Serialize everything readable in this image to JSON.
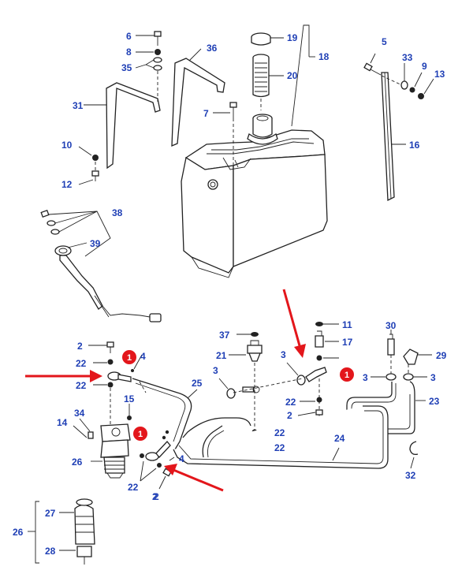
{
  "parts": [
    {
      "id": "p6",
      "label": "6"
    },
    {
      "id": "p8",
      "label": "8"
    },
    {
      "id": "p35",
      "label": "35"
    },
    {
      "id": "p36",
      "label": "36"
    },
    {
      "id": "p31",
      "label": "31"
    },
    {
      "id": "p19",
      "label": "19"
    },
    {
      "id": "p20",
      "label": "20"
    },
    {
      "id": "p18",
      "label": "18"
    },
    {
      "id": "p7",
      "label": "7"
    },
    {
      "id": "p10",
      "label": "10"
    },
    {
      "id": "p12",
      "label": "12"
    },
    {
      "id": "p5",
      "label": "5"
    },
    {
      "id": "p33",
      "label": "33"
    },
    {
      "id": "p9",
      "label": "9"
    },
    {
      "id": "p13",
      "label": "13"
    },
    {
      "id": "p16",
      "label": "16"
    },
    {
      "id": "p38",
      "label": "38"
    },
    {
      "id": "p39",
      "label": "39"
    },
    {
      "id": "p11",
      "label": "11"
    },
    {
      "id": "p37",
      "label": "37"
    },
    {
      "id": "p17",
      "label": "17"
    },
    {
      "id": "p21",
      "label": "21"
    },
    {
      "id": "p30",
      "label": "30"
    },
    {
      "id": "p29",
      "label": "29"
    },
    {
      "id": "p2a",
      "label": "2"
    },
    {
      "id": "p22a",
      "label": "22"
    },
    {
      "id": "p4a",
      "label": "4"
    },
    {
      "id": "p22b",
      "label": "22"
    },
    {
      "id": "p25",
      "label": "25"
    },
    {
      "id": "p3a",
      "label": "3"
    },
    {
      "id": "p3b",
      "label": "3"
    },
    {
      "id": "p22c",
      "label": "22"
    },
    {
      "id": "p3c",
      "label": "3"
    },
    {
      "id": "p3d",
      "label": "3"
    },
    {
      "id": "p23",
      "label": "23"
    },
    {
      "id": "p34",
      "label": "34"
    },
    {
      "id": "p15",
      "label": "15"
    },
    {
      "id": "p14",
      "label": "14"
    },
    {
      "id": "p22d",
      "label": "22"
    },
    {
      "id": "p2b",
      "label": "2"
    },
    {
      "id": "p22e",
      "label": "22"
    },
    {
      "id": "p26a",
      "label": "26"
    },
    {
      "id": "p4b",
      "label": "4"
    },
    {
      "id": "p2c",
      "label": "2"
    },
    {
      "id": "p22f",
      "label": "22"
    },
    {
      "id": "p2d",
      "label": "2"
    },
    {
      "id": "p24",
      "label": "24"
    },
    {
      "id": "p32",
      "label": "32"
    },
    {
      "id": "p27",
      "label": "27"
    },
    {
      "id": "p26b",
      "label": "26"
    },
    {
      "id": "p28",
      "label": "28"
    }
  ],
  "callouts": [
    {
      "id": "c1",
      "label": "1"
    },
    {
      "id": "c2",
      "label": "1"
    },
    {
      "id": "c3",
      "label": "1"
    }
  ],
  "colors": {
    "label": "#1f3fb5",
    "callout": "#e3161b",
    "arrow": "#e3161b",
    "line": "#222222"
  }
}
